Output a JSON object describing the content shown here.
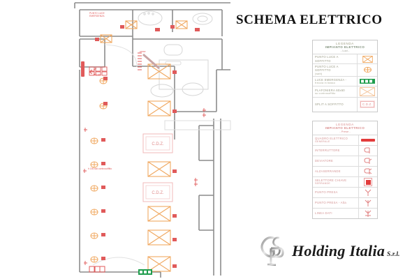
{
  "document": {
    "title": "SCHEMA ELETTRICO"
  },
  "legend_luci": {
    "header_line1": "LEGENDA",
    "header_line2": "IMPIANTO ELETTRICO",
    "header_line3": "- Luci -",
    "rows": [
      {
        "label": "PUNTO LUCE A SOFFITTO",
        "sublabel": "",
        "symbol": "ceiling-light-icon"
      },
      {
        "label": "PUNTO LUCE A SOFFITTO",
        "sublabel": "(watt)",
        "symbol": "ceiling-light-small-icon"
      },
      {
        "label": "LUCE EMERGENZA -",
        "sublabel": "freccia in basso",
        "symbol": "emergency-light-icon"
      },
      {
        "label": "PLAFONIERA 60x60",
        "sublabel": "su controsoffitto",
        "symbol": "ceiling-panel-icon"
      },
      {
        "label": "SPLIT A SOFFITTO",
        "sublabel": "",
        "symbol": "cdz-box-icon",
        "symbol_text": "C.D.Z."
      }
    ]
  },
  "legend_prese": {
    "header_line1": "LEGENDA",
    "header_line2": "IMPIANTO ELETTRICO",
    "header_line3": "- Prese -",
    "rows": [
      {
        "label": "QUADRO ELETTRICO",
        "sublabel": "GENERALE",
        "symbol": "main-panel-icon"
      },
      {
        "label": "INTERRUTTORE",
        "sublabel": "",
        "symbol": "switch-icon",
        "glyph": "ꓭ"
      },
      {
        "label": "DEVIATORE",
        "sublabel": "",
        "symbol": "two-way-switch-icon",
        "glyph": "ꓭ"
      },
      {
        "label": "ALZASERRANDE",
        "sublabel": "",
        "symbol": "shutter-switch-icon",
        "glyph": "ꓭ"
      },
      {
        "label": "SELETTORE CHIAVE",
        "sublabel": "SERRANDE",
        "symbol": "key-selector-icon"
      },
      {
        "label": "PUNTO PRESA",
        "sublabel": "",
        "symbol": "socket-icon",
        "glyph": "Ψ"
      },
      {
        "label": "PUNTO PRESA - Alta",
        "sublabel": "",
        "symbol": "socket-high-icon",
        "glyph": "Ψ"
      },
      {
        "label": "LINEA DATI",
        "sublabel": "",
        "symbol": "data-line-icon",
        "glyph": "Ψ"
      }
    ]
  },
  "logo": {
    "company": "Holding Italia",
    "suffix": "S.r.l.",
    "monogram": "GS"
  },
  "plan": {
    "cdz_label": "C.D.Z.",
    "colors": {
      "walls": "#8c8c8c",
      "furniture": "#d9d9d9",
      "lights": "#f0a860",
      "power": "#e05a5a",
      "emergency": "#1f9d4d",
      "cdz": "#f0b8b8"
    },
    "cdz_units": 2,
    "ceiling_panels": 5,
    "wall_light_column_count": 6
  }
}
